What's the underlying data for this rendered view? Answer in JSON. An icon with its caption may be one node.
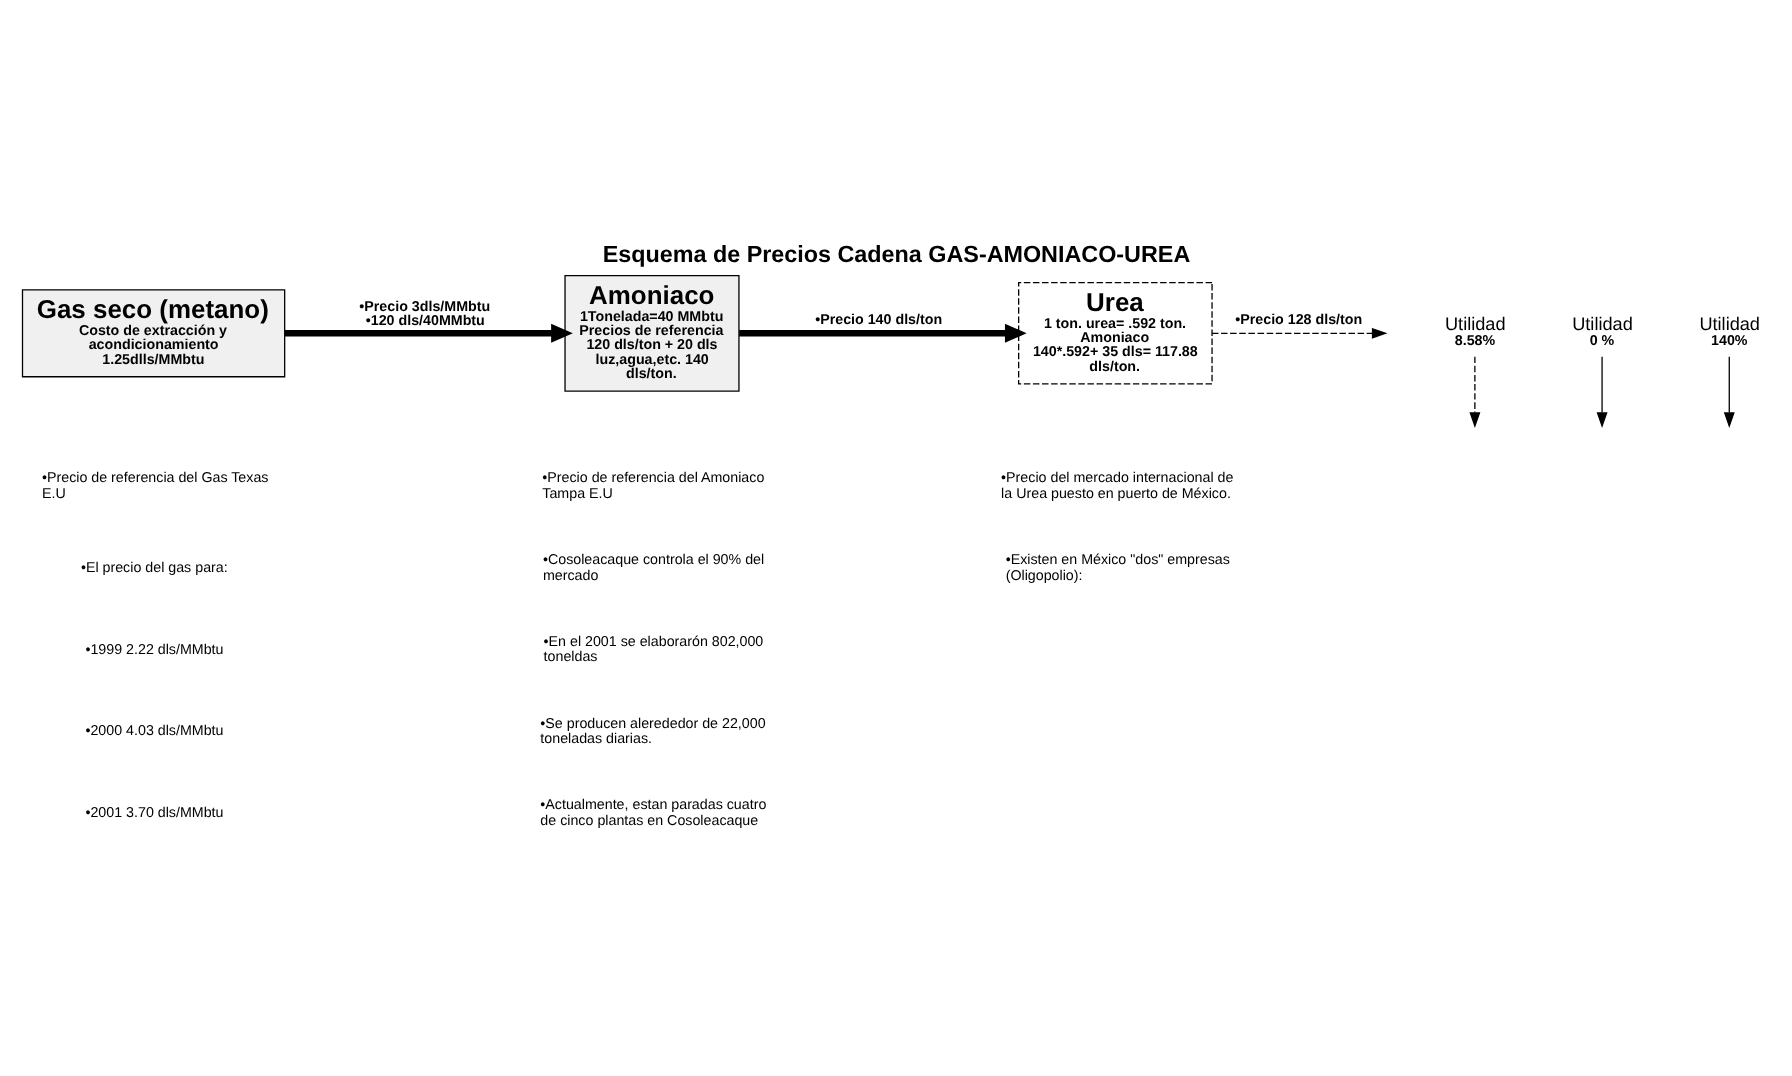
{
  "diagram": {
    "title": "Esquema de Precios Cadena GAS-AMONIACO-UREA",
    "nodes": [
      {
        "text": [
          "Gas seco (metano)",
          "Costo de extracción y acondicionamiento 1.25dlls/MMbtu"
        ]
      },
      {
        "text": [
          "Amoniaco",
          "1Tonelada=40 MMbtu Precios de referencia 120 dls/ton + 20 dls luz,agua,etc. 140 dls/ton."
        ]
      },
      {
        "text": [
          "Urea",
          "1 ton. urea= .592 ton. Amoniaco",
          "140*.592+ 35 dls= 117.88 dls/ton."
        ]
      },
      {
        "text": [
          "Utilidad",
          "140%"
        ]
      },
      {
        "text": [
          "Utilidad",
          "0 %"
        ]
      },
      {
        "text": [
          "Utilidad",
          "8.58%"
        ]
      }
    ],
    "edges": [
      {
        "from": 0,
        "to": 1,
        "arrow": "to",
        "label": "•Precio 3dls/MMbtu •120 dls/40MMbtu",
        "style": "thick"
      },
      {
        "from": 1,
        "to": 2,
        "arrow": "to",
        "label": "•Precio 140 dls/ton",
        "style": "thick"
      },
      {
        "from": 2,
        "to": null,
        "arrow": "to",
        "label": "•Precio 128 dls/ton",
        "style": "dashed"
      },
      {
        "from": 3,
        "to": null,
        "arrow": "to"
      },
      {
        "from": 4,
        "to": null,
        "arrow": "to"
      },
      {
        "from": 5,
        "to": null,
        "arrow": "to",
        "style": "dashed"
      }
    ],
    "labels": [
      "•Precio de referencia del Gas Texas E.U",
      "•El precio del gas para:",
      "•1999 2.22 dls/MMbtu",
      "•2000 4.03 dls/MMbtu",
      "•2001 3.70 dls/MMbtu",
      "•Precio de referencia del Amoniaco Tampa E.U",
      "•Cosoleacaque controla el 90% del mercado",
      "•En el 2001 se elaborarón 802,000 toneldas",
      "•Se producen alerededor de 22,000 toneladas diarias.",
      "•Actualmente, estan paradas cuatro de cinco plantas en Cosoleacaque",
      "•Precio del mercado internacional de la Urea puesto en puerto de México.",
      "•Existen en México \"dos\" empresas (Oligopolio):"
    ]
  }
}
